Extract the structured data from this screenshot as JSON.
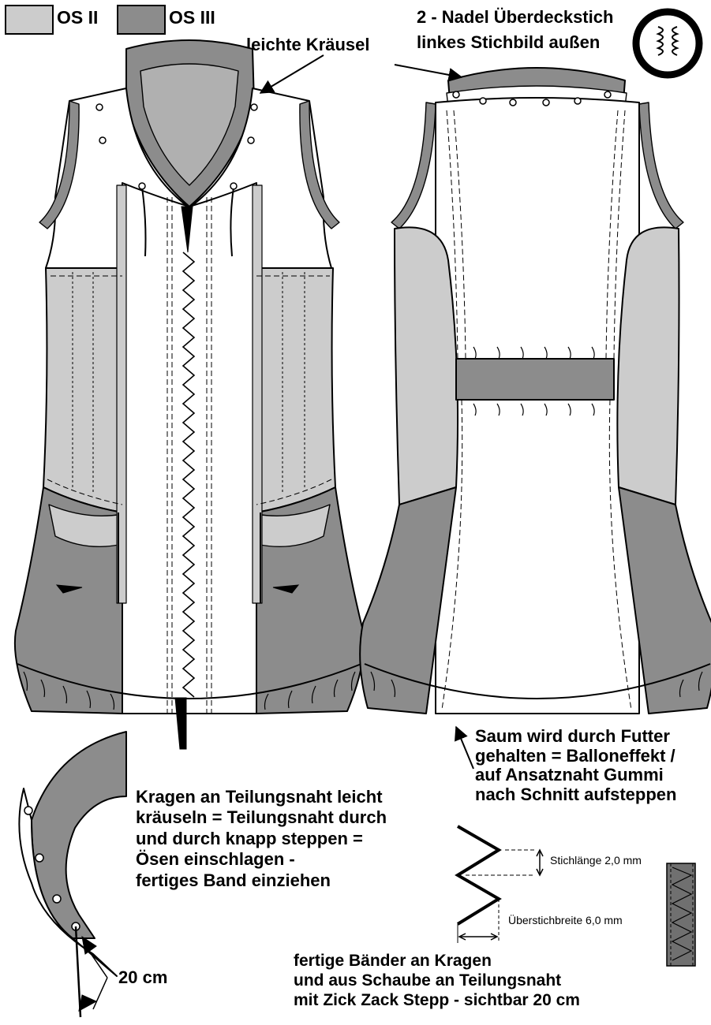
{
  "legend": [
    {
      "label": "OS II",
      "color": "#cccccc"
    },
    {
      "label": "OS III",
      "color": "#8c8c8c"
    }
  ],
  "colors": {
    "os2": "#cccccc",
    "os3": "#8c8c8c",
    "lining": "#ffffff",
    "outline": "#000000"
  },
  "labels": {
    "light_gather": "leichte Kräusel",
    "coverstitch_line1": "2 - Nadel Überdeckstich",
    "coverstitch_line2": "linkes Stichbild außen",
    "hem_note": [
      "Saum wird durch Futter",
      "gehalten = Balloneffekt /",
      "auf Ansatznaht Gummi",
      "nach Schnitt aufsteppen"
    ],
    "collar_note": [
      "Kragen an Teilungsnaht leicht",
      "kräuseln = Teilungsnaht durch",
      "und durch knapp steppen =",
      "Ösen einschlagen -",
      "fertiges Band einziehen"
    ],
    "stitch_length": "Stichlänge 2,0 mm",
    "stitch_width": "Überstichbreite 6,0 mm",
    "cord_length": "20 cm",
    "bottom_note": [
      "fertige Bänder an Kragen",
      "und aus Schaube an Teilungsnaht",
      "mit Zick Zack Stepp - sichtbar 20 cm"
    ]
  },
  "icons": [
    "coverstitch-symbol-icon",
    "zigzag-diagram-icon",
    "zigzag-swatch-icon"
  ]
}
